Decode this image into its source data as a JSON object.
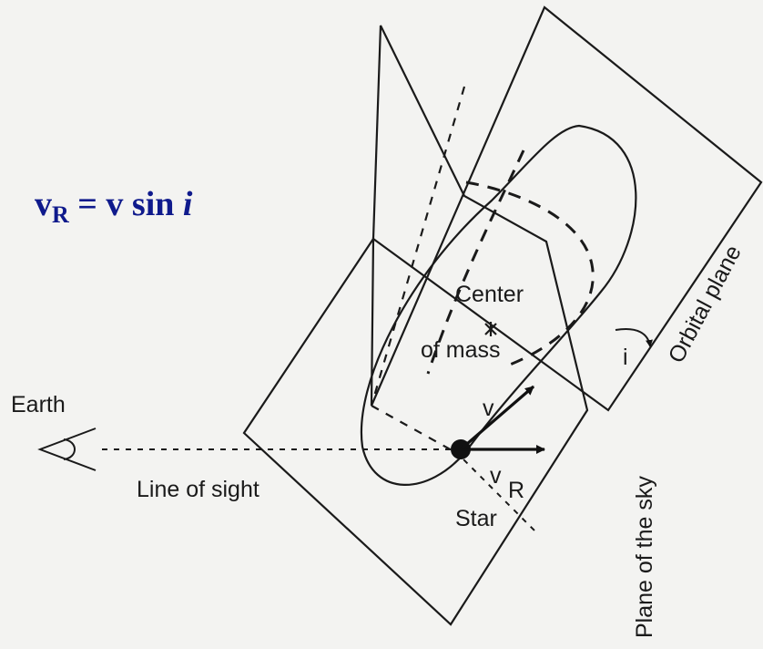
{
  "formula": {
    "v": "v",
    "R": "R",
    "rest": " = v sin ",
    "i": "i",
    "color": "#0f1a8c"
  },
  "labels": {
    "earth": "Earth",
    "line_of_sight": "Line of sight",
    "center_line1": "Center",
    "center_line2": "of mass",
    "v": "v",
    "vr_v": "v",
    "vr_r": "R",
    "star": "Star",
    "angle": "i",
    "orbital_plane": "Orbital plane",
    "plane_of_sky": "Plane of the sky"
  }
}
